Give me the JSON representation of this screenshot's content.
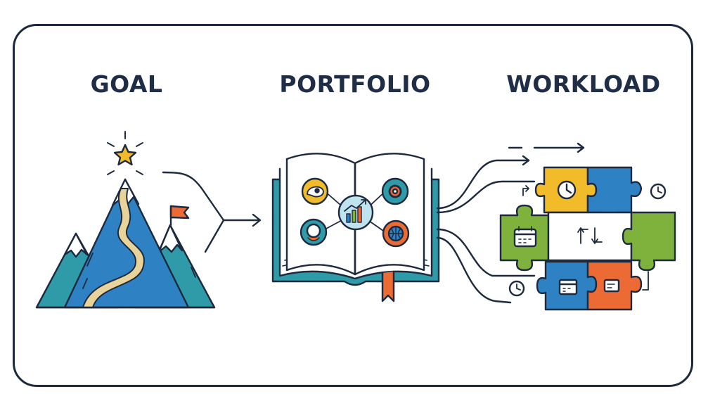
{
  "stages": [
    {
      "id": "goal",
      "label": "GOAL",
      "icon": "mountain-summit-icon"
    },
    {
      "id": "portfolio",
      "label": "PORTFOLIO",
      "icon": "open-book-icon"
    },
    {
      "id": "workload",
      "label": "WORKLOAD",
      "icon": "puzzle-pieces-icon"
    }
  ],
  "colors": {
    "outline": "#1d2a3e",
    "teal": "#2f9aa8",
    "blue": "#2e82c4",
    "yellow": "#f1bb2a",
    "green": "#7fb23c",
    "orange": "#ec6a34",
    "path": "#e8d39a"
  }
}
